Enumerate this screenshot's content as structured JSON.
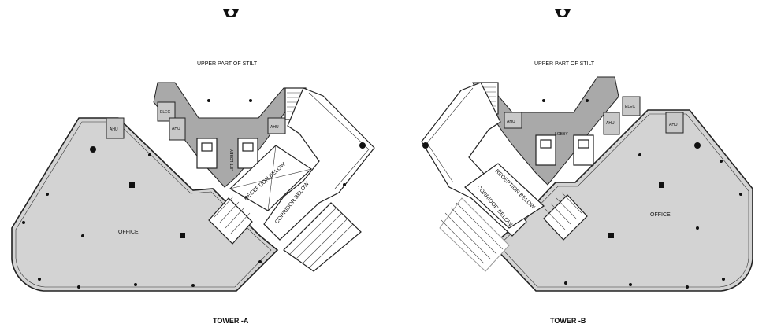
{
  "plan": {
    "tower_a": {
      "title": "TOWER -A",
      "upper_part": "UPPER PART OF STILT",
      "office": "OFFICE",
      "lift_lobby": "LIFT LOBBY",
      "reception": "RECEPTION BELOW",
      "corridor": "CORRIDOR BELOW",
      "ahu": "AHU",
      "elec": "ELEC"
    },
    "tower_b": {
      "title": "TOWER -B",
      "upper_part": "UPPER PART OF STILT",
      "office": "OFFICE",
      "lobby": "LOBBY",
      "reception": "RECEPTION BELOW",
      "corridor": "CORRIDOR BELOW",
      "ahu": "AHU",
      "elec": "ELEC"
    }
  },
  "icons": {
    "north": "north-arrow-icon"
  }
}
